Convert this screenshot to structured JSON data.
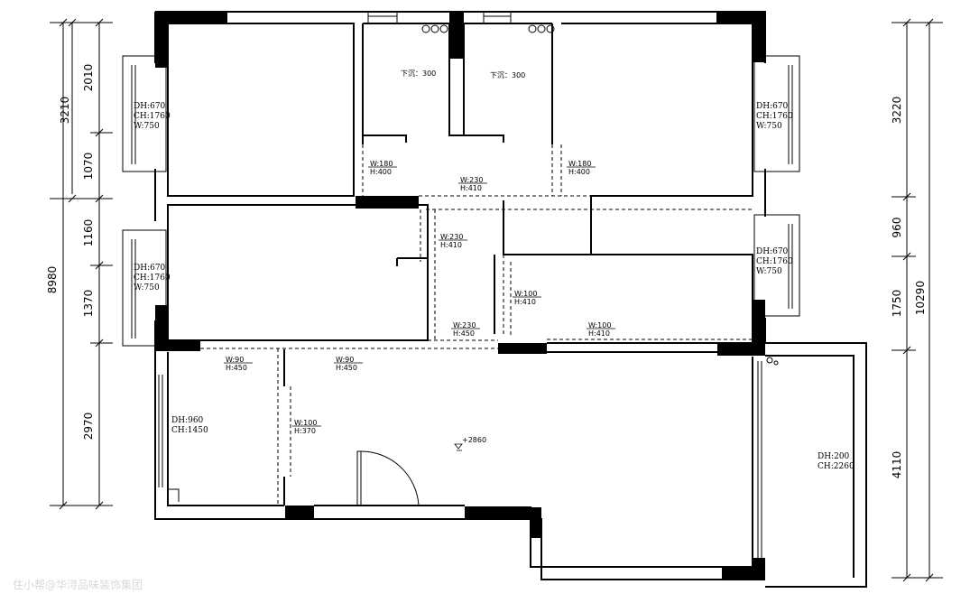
{
  "dimensions": {
    "left_outer": "8980",
    "left_inner": [
      "3210",
      "2010",
      "1070",
      "1160",
      "1370",
      "2970"
    ],
    "right_outer": "10290",
    "right_inner": [
      "3220",
      "960",
      "1750",
      "4110"
    ]
  },
  "rooms": {
    "sink_left": "下沉：300",
    "sink_right": "下沉：300",
    "level_mark": "+2860"
  },
  "windows": {
    "top_left": [
      "DH:670",
      "CH:1760",
      "W:750"
    ],
    "mid_left": [
      "DH:670",
      "CH:1760",
      "W:750"
    ],
    "top_right": [
      "DH:670",
      "CH:1760",
      "W:750"
    ],
    "mid_right": [
      "DH:670",
      "CH:1760",
      "W:750"
    ],
    "living_left": [
      "DH:960",
      "CH:1450"
    ],
    "balcony": [
      "DH:200",
      "CH:2260"
    ]
  },
  "beams": [
    [
      "W:180",
      "H:400"
    ],
    [
      "W:180",
      "H:400"
    ],
    [
      "W:230",
      "H:410"
    ],
    [
      "W:230",
      "H:410"
    ],
    [
      "W:100",
      "H:410"
    ],
    [
      "W:230",
      "H:450"
    ],
    [
      "W:100",
      "H:410"
    ],
    [
      "W:90",
      "H:450"
    ],
    [
      "W:90",
      "H:450"
    ],
    [
      "W:100",
      "H:370"
    ]
  ],
  "watermark": "住小帮@华浔品味装饰集团",
  "colors": {
    "ink": "#000000",
    "watermark": "#d8d8d8"
  }
}
